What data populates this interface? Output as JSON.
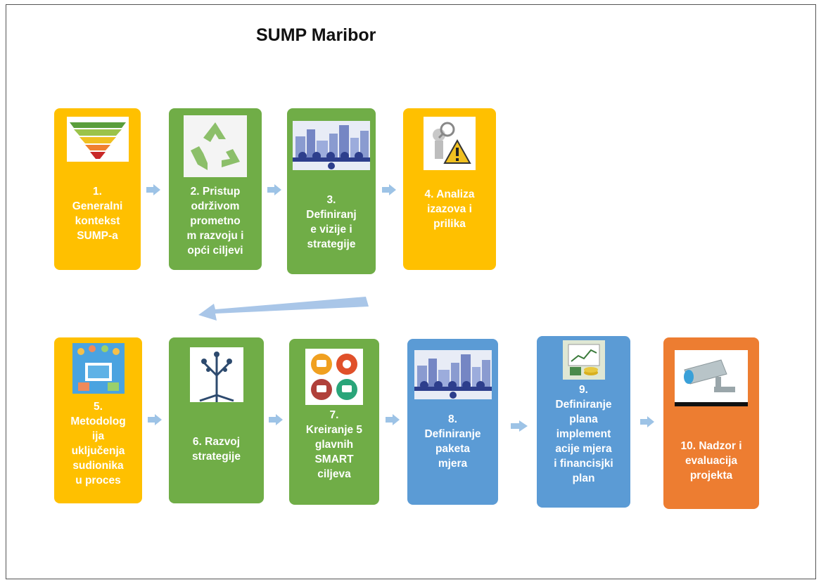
{
  "title": "SUMP Maribor",
  "colors": {
    "yellow": "#ffc000",
    "green": "#70ad47",
    "blue": "#5b9bd5",
    "orange": "#ed7d31",
    "arrow": "#9dc3e6"
  },
  "steps": [
    {
      "label": "1.\nGeneralni\nkontekst\nSUMP-a",
      "icon": "funnel-icon"
    },
    {
      "label": "2. Pristup\nodrživom\nprometno\nm razvoju i\nopći ciljevi",
      "icon": "recycle-icon"
    },
    {
      "label": "3.\nDefiniranj\ne vizije i\nstrategije",
      "icon": "city-transport-icon"
    },
    {
      "label": "4. Analiza\nizazova i\nprilika",
      "icon": "warning-analysis-icon"
    },
    {
      "label": "5.\nMetodolog\nija\nuključenja\nsudionika\nu proces",
      "icon": "participants-icon"
    },
    {
      "label": "6. Razvoj\nstrategije",
      "icon": "tree-network-icon"
    },
    {
      "label": "7.\nKreiranje 5\nglavnih\nSMART\nciljeva",
      "icon": "transport-modes-icon"
    },
    {
      "label": "8.\nDefiniranje\npaketa\nmjera",
      "icon": "city-transport-icon"
    },
    {
      "label": "9.\nDefiniranje\nplana\nimplement\nacije mjera\ni financisjki\nplan",
      "icon": "finance-chart-icon"
    },
    {
      "label": "10. Nadzor i\nevaluacija\nprojekta",
      "icon": "camera-icon"
    }
  ]
}
